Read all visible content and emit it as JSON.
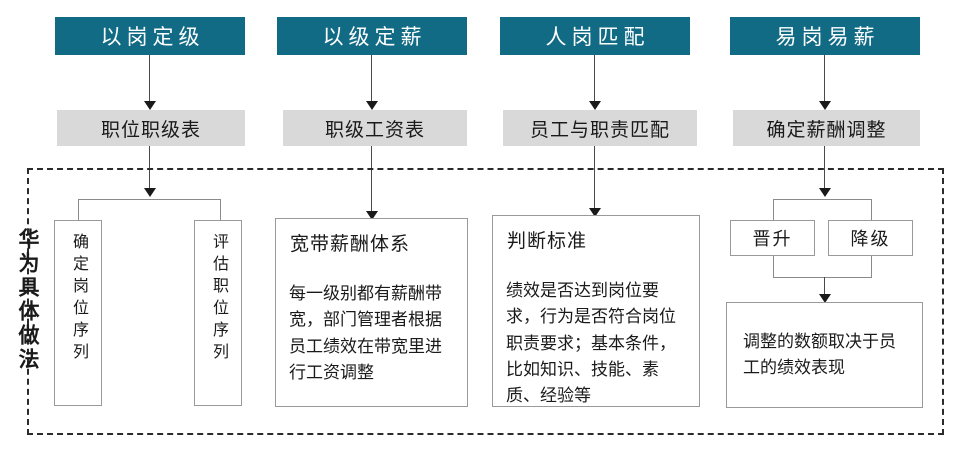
{
  "diagram": {
    "side_label": "华为具体做法",
    "colors": {
      "header_teal": "#126b85",
      "row2_gray": "#d9d9d9",
      "box_border": "#9a9a9a",
      "dashed_border": "#2b2b2b",
      "text": "#1a1a1a",
      "header_text": "#ffffff"
    },
    "columns": [
      {
        "header": "以岗定级",
        "subhead": "职位职级表",
        "split_boxes": [
          "确定岗位序列",
          "评估职位序列"
        ]
      },
      {
        "header": "以级定薪",
        "subhead": "职级工资表",
        "card_title": "宽带薪酬体系",
        "card_body": "每一级别都有薪酬带宽，部门管理者根据员工绩效在带宽里进行工资调整"
      },
      {
        "header": "人岗匹配",
        "subhead": "员工与职责匹配",
        "card_title": "判断标准",
        "card_body": "绩效是否达到岗位要求，行为是否符合岗位职责要求；基本条件，比如知识、技能、素质、经验等"
      },
      {
        "header": "易岗易薪",
        "subhead": "确定薪酬调整",
        "split_boxes": [
          "晋升",
          "降级"
        ],
        "final_box": "调整的数额取决于员工的绩效表现"
      }
    ]
  }
}
